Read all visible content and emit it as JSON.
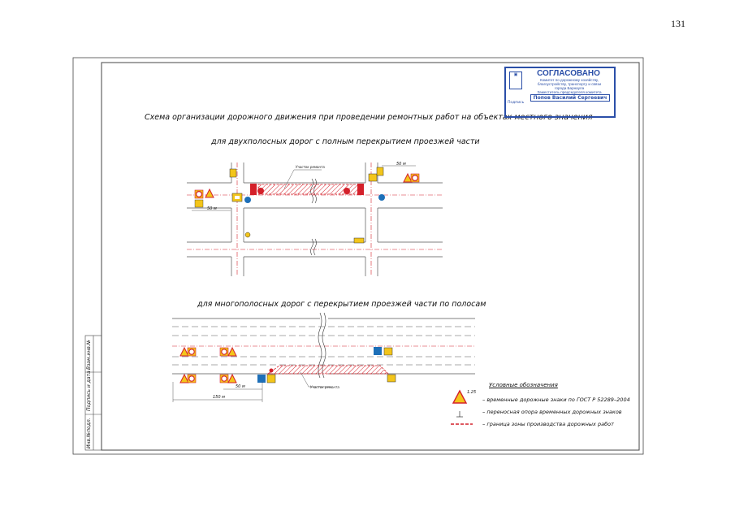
{
  "page": {
    "number": "131"
  },
  "titles": {
    "main": "Схема организации дорожного движения при проведении ремонтных работ на объектах местного значения",
    "two_lane": "для двухполосных дорог с полным перекрытием проезжей части",
    "multi_lane": "для многополосных дорог с перекрытием проезжей части по полосам"
  },
  "stamp": {
    "heading": "СОГЛАСОВАНО",
    "lines": [
      "Комитет по дорожному хозяйству,",
      "благоустройству, транспорту и связи",
      "города Барнаула",
      "Заместитель председателя комитета"
    ],
    "name": "Попов Василий Сергеевич",
    "signature_label": "Подпись"
  },
  "side_table": {
    "inv_orig": "Инв.№подл.",
    "sign_date": "Подпись и дата",
    "vzam": "Взам.инв.№"
  },
  "labels": {
    "work_area_top": "Участок ремонта",
    "work_area_bottom": "Участок ремонта",
    "dim_50_top_left": "50 м",
    "dim_50_top_right": "50 м",
    "dim_50_bottom": "50 м",
    "dim_150_bottom": "150 м"
  },
  "legend": {
    "title": "Условные обозначения",
    "sign_code": "1.25",
    "items": [
      "– временные дорожные знаки по ГОСТ Р 52289–2004",
      "– переносная опора временных дорожных знаков",
      "– граница зоны производства дорожных работ"
    ]
  },
  "colors": {
    "stamp_blue": "#2b4fa8",
    "zone_red": "#d4202a",
    "sign_yellow": "#f3c51a",
    "sign_blue": "#1d6fb8"
  }
}
